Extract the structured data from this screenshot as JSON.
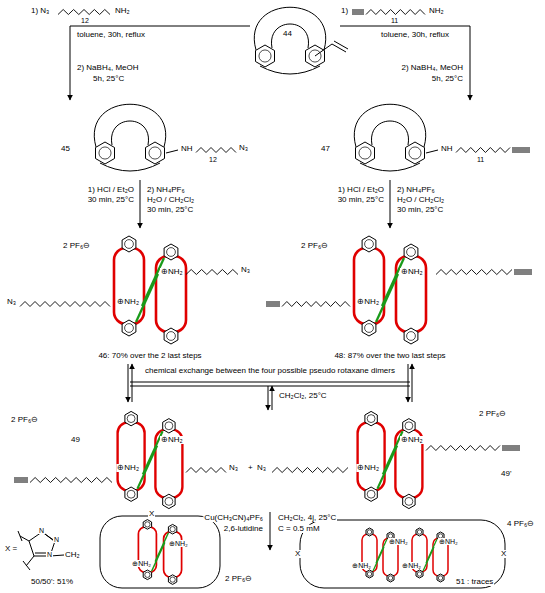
{
  "diagram": {
    "labels": [
      "1) N₃",
      "12",
      "NH₂",
      "toluene, 30h, reflux",
      "2) NaBH₄, MeOH",
      "5h, 25°C",
      "44",
      "1)",
      "11",
      "NH₂",
      "toluene, 30h, reflux",
      "2) NaBH₄, MeOH",
      "5h, 25°C",
      "45",
      "NH",
      "12",
      "N₃",
      "47",
      "NH",
      "11",
      "1) HCl / Et₂O",
      "30 min, 25°C",
      "2) NH₄PF₆",
      "H₂O / CH₂Cl₂",
      "30 min, 25°C",
      "1) HCl / Et₂O",
      "30 min, 25°C",
      "2) NH₄PF₆",
      "H₂O / CH₂Cl₂",
      "30 min, 25°C",
      "2 PF₆⊖",
      "N₃",
      "⊕NH₂",
      "⊕NH₂",
      "N₃",
      "46: 70% over the 2 last steps",
      "2 PF₆⊖",
      "⊕NH₂",
      "⊕NH₂",
      "48: 87% over the two last steps",
      "chemical exchange between the four possible pseudo rotaxane dimers",
      "CH₂Cl₂, 25°C",
      "2 PF₆⊖",
      "49",
      "⊕NH₂",
      "⊕NH₂",
      "+",
      "N₃",
      "N₃",
      "2 PF₆⊖",
      "49'",
      "⊕NH₂",
      "⊕NH₂",
      "Cu(CH₃CN)₄PF₆",
      "2,6-lutidine",
      "CH₂Cl₂, 4j, 25°C",
      "C = 0.5 mM",
      "X =",
      "N",
      "N",
      "N",
      "CH₂",
      "X",
      "⊕NH₂",
      "⊕NH₂",
      "2 PF₆⊖",
      "50/50': 51%",
      "X",
      "X",
      "⊕NH₂",
      "⊕NH₂",
      "⊕NH₂",
      "⊕NH₂",
      "4 PF₆⊖",
      "51 : traces"
    ]
  }
}
